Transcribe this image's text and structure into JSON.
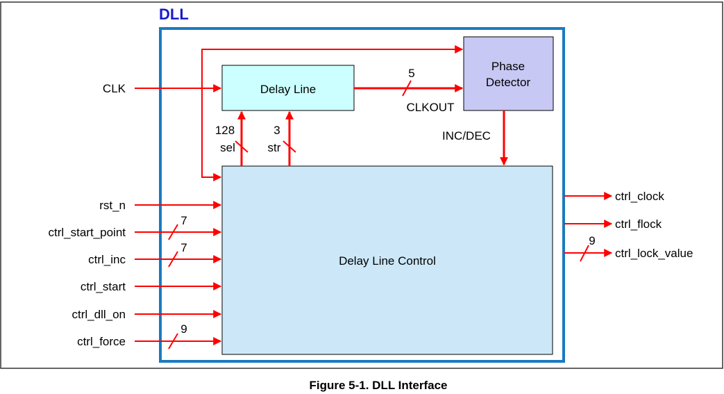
{
  "title": "DLL",
  "caption": "Figure 5-1. DLL Interface",
  "blocks": {
    "delay_line": "Delay Line",
    "phase_detector_line1": "Phase",
    "phase_detector_line2": "Detector",
    "delay_line_control": "Delay Line Control"
  },
  "signals": {
    "clk": "CLK",
    "clkout": "CLKOUT",
    "clkout_width": "5",
    "inc_dec": "INC/DEC",
    "sel_width": "128",
    "sel": "sel",
    "str_width": "3",
    "str": "str"
  },
  "inputs": [
    {
      "name": "rst_n",
      "width": ""
    },
    {
      "name": "ctrl_start_point",
      "width": "7"
    },
    {
      "name": "ctrl_inc",
      "width": "7"
    },
    {
      "name": "ctrl_start",
      "width": ""
    },
    {
      "name": "ctrl_dll_on",
      "width": ""
    },
    {
      "name": "ctrl_force",
      "width": "9"
    }
  ],
  "outputs": [
    {
      "name": "ctrl_clock",
      "width": ""
    },
    {
      "name": "ctrl_flock",
      "width": ""
    },
    {
      "name": "ctrl_lock_value",
      "width": "9"
    }
  ],
  "colors": {
    "outer_border": "#333333",
    "dll_border": "#1a7ac0",
    "title": "#1a1acc",
    "arrow": "#ff0000",
    "delay_line_fill": "#ccffff",
    "phase_detector_fill": "#c8c8f4",
    "control_fill": "#cce8f8",
    "block_border": "#000000"
  }
}
